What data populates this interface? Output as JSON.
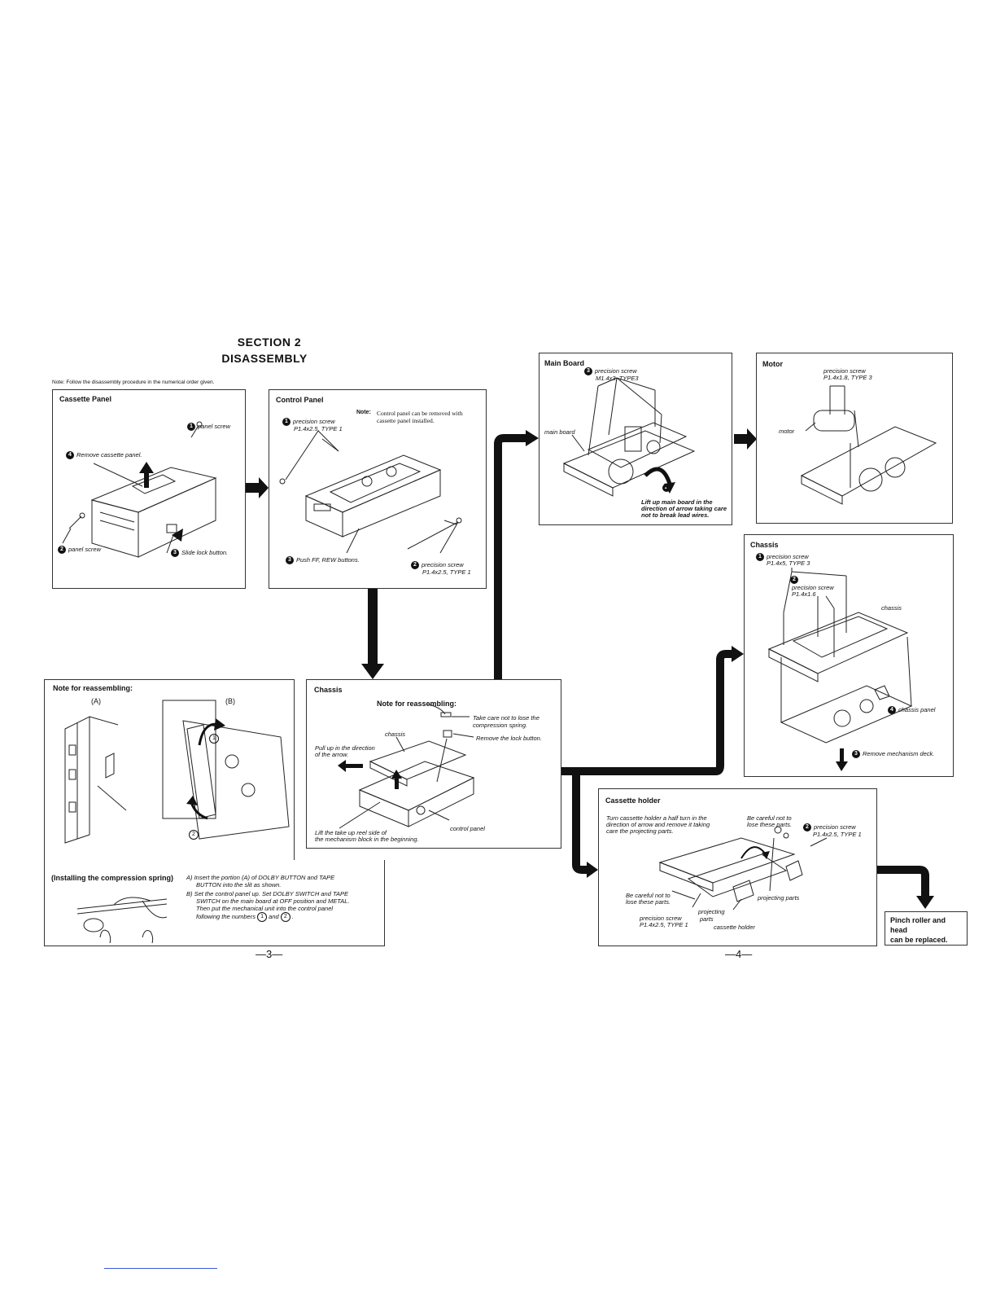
{
  "header": {
    "section": "SECTION 2",
    "title": "DISASSEMBLY",
    "note": "Note:  Follow the disassembly procedure in the numerical order given."
  },
  "cassette_panel": {
    "title": "Cassette Panel",
    "label1": "panel screw",
    "label2": "panel screw",
    "label3": "Slide lock button.",
    "label4": "Remove cassette panel."
  },
  "control_panel": {
    "title": "Control Panel",
    "note_head": "Note:",
    "note_text": "Control panel can be removed with cassette panel installed.",
    "screw1_a": "precision screw",
    "screw1_b": "P1.4x2.5, TYPE 1",
    "screw2_a": "precision screw",
    "screw2_b": "P1.4x2.5, TYPE 1",
    "step3": "Push FF, REW buttons."
  },
  "main_board": {
    "title": "Main Board",
    "screw_a": "precision screw",
    "screw_b": "M1.4x3, TYPE3",
    "board_label": "main board",
    "lift1": "Lift up main board in the",
    "lift2": "direction of arrow taking care",
    "lift3": "not to break lead wires."
  },
  "motor": {
    "title": "Motor",
    "screw_a": "precision screw",
    "screw_b": "P1.4x1.8, TYPE 3",
    "motor_label": "motor"
  },
  "chassis_right": {
    "title": "Chassis",
    "screw1_a": "precision screw",
    "screw1_b": "P1.4x5, TYPE 3",
    "screw2_a": "precision screw",
    "screw2_b": "P1.4x1.6",
    "chassis_label": "chassis",
    "panel_label": "chassis panel",
    "remove_label": "Remove mechanism deck."
  },
  "reassembling_left": {
    "title": "Note for reassembling:",
    "a": "(A)",
    "b": "(B)",
    "installing": "(Installing the compression spring)",
    "text_a1": "A)  Insert  the  portion  (A)  of  DOLBY  BUTTON  and  TAPE",
    "text_a2": "BUTTON into the slit as shown.",
    "text_b1": "B)  Set the control panel up. Set DOLBY SWITCH and TAPE",
    "text_b2": "SWITCH on the main board at OFF position and METAL.",
    "text_b3": "Then  put  the  mechanical  unit  into  the  control  panel",
    "text_b4": "following the numbers",
    "text_b5": "and",
    "c1": "1",
    "c2": "2",
    "page": "—3—"
  },
  "chassis_center": {
    "title": "Chassis",
    "note": "Note for reassembling:",
    "spring1": "Take care not to lose the",
    "spring2": "compression spring.",
    "lock": "Remove the lock button.",
    "chassis_label": "chassis",
    "pull1": "Pull up in the direction",
    "pull2": "of the arrow.",
    "lift1": "Lift the take up reel side of",
    "lift2": "the mechanism block in the beginning.",
    "cp_label": "control panel"
  },
  "cassette_holder": {
    "title": "Cassette holder",
    "turn1": "Turn cassette holder a half turn in the",
    "turn2": "direction of arrow and remove it taking",
    "turn3": "care the projecting parts.",
    "careful1": "Be careful not to",
    "careful2": "lose these parts.",
    "screw_a": "precision screw",
    "screw_b": "P1.4x2.5, TYPE 1",
    "careful3": "Be careful not to",
    "careful4": "lose these parts.",
    "proj1": "projecting parts",
    "proj2a": "projecting",
    "proj2b": "parts",
    "screw2_a": "precision screw",
    "screw2_b": "P1.4x2.5, TYPE 1",
    "holder": "cassette holder",
    "page": "—4—"
  },
  "pinch": {
    "line1": "Pinch roller and head",
    "line2": "can be replaced."
  },
  "steps": {
    "s1": "1",
    "s2": "2",
    "s3": "3",
    "s4": "4"
  }
}
